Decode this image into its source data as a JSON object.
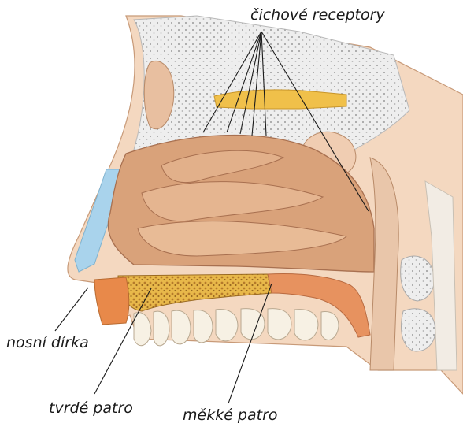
{
  "labels": {
    "olfactory_receptors": "čichové receptory",
    "nostril": "nosní dírka",
    "hard_palate": "tvrdé patro",
    "soft_palate": "měkké patro"
  },
  "colors": {
    "skin": "#f2cdb0",
    "cavity_tissue": "#d9a27a",
    "bone": "#eeeeee",
    "cartilage_blue": "#a9d3ec",
    "receptor_yellow": "#f0c04a",
    "palate_bone": "#e8b84a",
    "palate_soft": "#e7925f",
    "lip": "#e8894a",
    "teeth": "#f7f1e4",
    "leader_line": "#1a1a1a"
  }
}
